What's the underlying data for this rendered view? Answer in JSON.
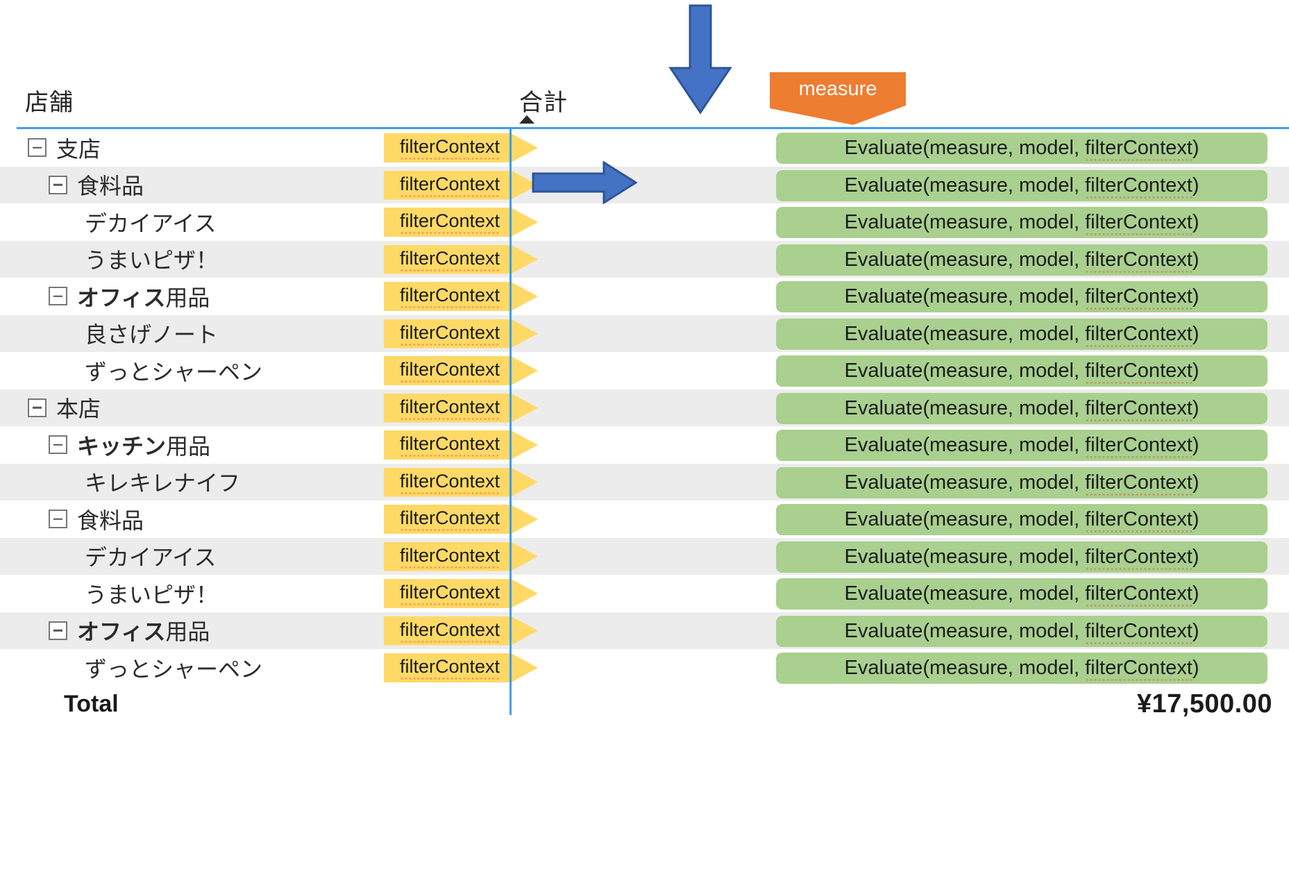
{
  "header": {
    "store_column_label": "店舗",
    "total_column_label": "合計",
    "sort_indicator_icon": "sort-ascending-triangle-icon",
    "rule_color": "#3f9cf0"
  },
  "annotations": {
    "down_arrow_icon": "arrow-down-icon",
    "right_arrow_icon": "arrow-right-icon",
    "measure_callout_label": "measure",
    "measure_callout_color": "#ED7D31",
    "arrow_color": "#4472C4",
    "divider_color": "#3f9cf0"
  },
  "badges": {
    "filter_context_label": "filterContext",
    "filter_context_color": "#ffd966",
    "evaluate_prefix": "Evaluate(measure, model, ",
    "evaluate_arg": "filterContext",
    "evaluate_suffix": ")",
    "evaluate_color": "#a9d08e"
  },
  "matrix": {
    "rows": [
      {
        "label_plain": "支店",
        "label_bold": "",
        "label_rest": "",
        "level": 0,
        "expandable": true,
        "stripe": false
      },
      {
        "label_plain": "食料品",
        "label_bold": "",
        "label_rest": "",
        "level": 1,
        "expandable": true,
        "stripe": true
      },
      {
        "label_plain": "デカイアイス",
        "label_bold": "",
        "label_rest": "",
        "level": 2,
        "expandable": false,
        "stripe": false
      },
      {
        "label_plain": "うまいピザ！",
        "label_bold": "",
        "label_rest": "",
        "level": 2,
        "expandable": false,
        "stripe": true
      },
      {
        "label_plain": "",
        "label_bold": "オフィス",
        "label_rest": "用品",
        "level": 1,
        "expandable": true,
        "stripe": false
      },
      {
        "label_plain": "良さげノート",
        "label_bold": "",
        "label_rest": "",
        "level": 2,
        "expandable": false,
        "stripe": true
      },
      {
        "label_plain": "ずっとシャーペン",
        "label_bold": "",
        "label_rest": "",
        "level": 2,
        "expandable": false,
        "stripe": false
      },
      {
        "label_plain": "本店",
        "label_bold": "",
        "label_rest": "",
        "level": 0,
        "expandable": true,
        "stripe": true
      },
      {
        "label_plain": "",
        "label_bold": "キッチン",
        "label_rest": "用品",
        "level": 1,
        "expandable": true,
        "stripe": false
      },
      {
        "label_plain": "キレキレナイフ",
        "label_bold": "",
        "label_rest": "",
        "level": 2,
        "expandable": false,
        "stripe": true
      },
      {
        "label_plain": "食料品",
        "label_bold": "",
        "label_rest": "",
        "level": 1,
        "expandable": true,
        "stripe": false
      },
      {
        "label_plain": "デカイアイス",
        "label_bold": "",
        "label_rest": "",
        "level": 2,
        "expandable": false,
        "stripe": true
      },
      {
        "label_plain": "うまいピザ！",
        "label_bold": "",
        "label_rest": "",
        "level": 2,
        "expandable": false,
        "stripe": false
      },
      {
        "label_plain": "",
        "label_bold": "オフィス",
        "label_rest": "用品",
        "level": 1,
        "expandable": true,
        "stripe": true
      },
      {
        "label_plain": "ずっとシャーペン",
        "label_bold": "",
        "label_rest": "",
        "level": 2,
        "expandable": false,
        "stripe": false
      }
    ],
    "total": {
      "label": "Total",
      "value": "¥17,500.00"
    }
  }
}
